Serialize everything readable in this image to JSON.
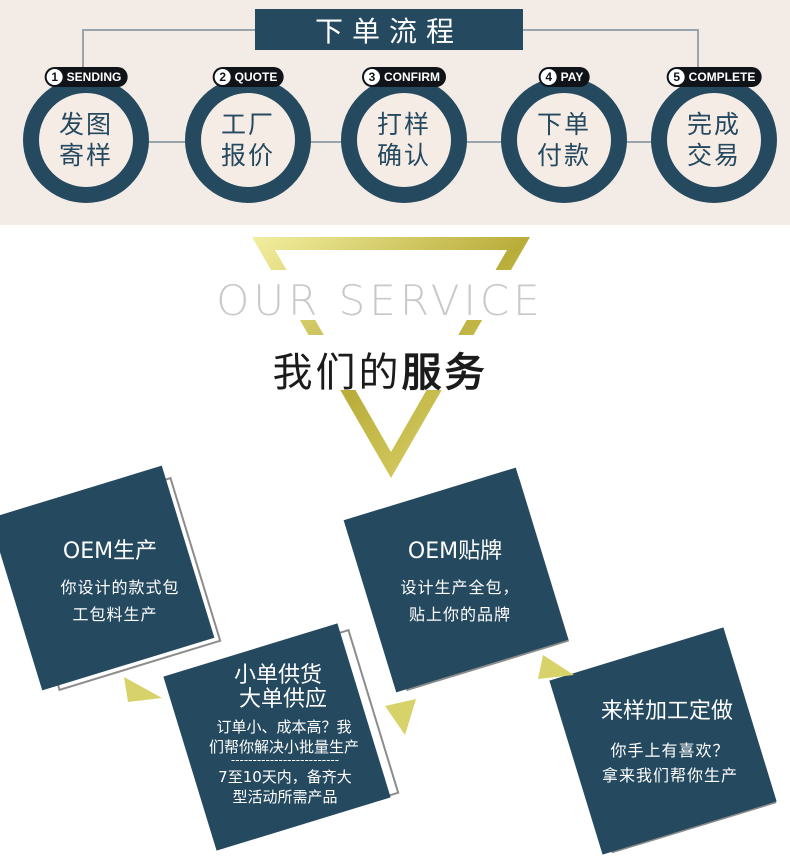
{
  "process": {
    "title": "下单流程",
    "steps": [
      {
        "num": "1",
        "tag": "SENDING",
        "line1": "发图",
        "line2": "寄样"
      },
      {
        "num": "2",
        "tag": "QUOTE",
        "line1": "工厂",
        "line2": "报价"
      },
      {
        "num": "3",
        "tag": "CONFIRM",
        "line1": "打样",
        "line2": "确认"
      },
      {
        "num": "4",
        "tag": "PAY",
        "line1": "下单",
        "line2": "付款"
      },
      {
        "num": "5",
        "tag": "COMPLETE",
        "line1": "完成",
        "line2": "交易"
      }
    ]
  },
  "service": {
    "heading_en": "OUR SERVICE",
    "heading_cn_normal": "我们的",
    "heading_cn_bold": "服务"
  },
  "cards": {
    "oem_production": {
      "title": "OEM生产",
      "line1": "你设计的款式包",
      "line2": "工包料生产"
    },
    "oem_brand": {
      "title": "OEM贴牌",
      "line1": "设计生产全包，",
      "line2": "贴上你的品牌"
    },
    "small_order": {
      "title1": "小单供货",
      "title2": "大单供应",
      "line1": "订单小、成本高？我",
      "line2": "们帮你解决小批量生产",
      "divider": "-------------------------",
      "line3": "7至10天内，备齐大",
      "line4": "型活动所需产品"
    },
    "sample_processing": {
      "title": "来样加工定做",
      "line1": "你手上有喜欢？",
      "line2": "拿来我们帮你生产"
    }
  },
  "colors": {
    "navy": "#254a60",
    "band": "#f2ebe6",
    "gold": "#d7d36a",
    "outline": "#8c8c8c"
  }
}
